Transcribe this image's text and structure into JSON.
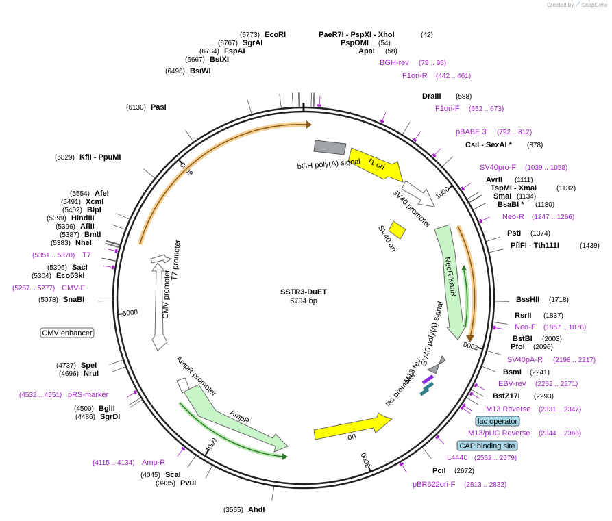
{
  "map": {
    "name": "SSTR3-DuET",
    "length_label": "6794 bp",
    "length_bp": 6794
  },
  "credit": {
    "text": "Created by",
    "brand": "SnapGene"
  },
  "ticks": [
    {
      "pos": 1000,
      "label": "1000"
    },
    {
      "pos": 2000,
      "label": "2000"
    },
    {
      "pos": 3000,
      "label": "3000"
    },
    {
      "pos": 4000,
      "label": "4000"
    },
    {
      "pos": 5000,
      "label": "5000"
    },
    {
      "pos": 6000,
      "label": "6000"
    }
  ],
  "sites_left": [
    {
      "num": "(6773)",
      "name": "EcoRI",
      "pos": 6773
    },
    {
      "num": "(6767)",
      "name": "SgrAI",
      "pos": 6767
    },
    {
      "num": "(6734)",
      "name": "FspAI",
      "pos": 6734
    },
    {
      "num": "(6667)",
      "name": "BstXI",
      "pos": 6667
    },
    {
      "num": "(6496)",
      "name": "BsiWI",
      "pos": 6496
    },
    {
      "num": "(6130)",
      "name": "PasI",
      "pos": 6130
    },
    {
      "num": "(5829)",
      "name": "KflI  -  PpuMI",
      "pos": 5829
    },
    {
      "num": "(5554)",
      "name": "AfeI",
      "pos": 5554
    },
    {
      "num": "(5491)",
      "name": "XcmI",
      "pos": 5491
    },
    {
      "num": "(5402)",
      "name": "BlpI",
      "pos": 5402
    },
    {
      "num": "(5399)",
      "name": "HindIII",
      "pos": 5399
    },
    {
      "num": "(5396)",
      "name": "AflII",
      "pos": 5396
    },
    {
      "num": "(5387)",
      "name": "BmtI",
      "pos": 5387
    },
    {
      "num": "(5383)",
      "name": "NheI",
      "pos": 5383
    },
    {
      "num": "(5306)",
      "name": "SacI",
      "pos": 5306
    },
    {
      "num": "(5304)",
      "name": "Eco53kI",
      "pos": 5304
    },
    {
      "num": "(5078)",
      "name": "SnaBI",
      "pos": 5078
    },
    {
      "num": "(4737)",
      "name": "SpeI",
      "pos": 4737
    },
    {
      "num": "(4696)",
      "name": "NruI",
      "pos": 4696
    },
    {
      "num": "(4500)",
      "name": "BglII",
      "pos": 4500
    },
    {
      "num": "(4486)",
      "name": "SgrDI",
      "pos": 4486
    },
    {
      "num": "(4045)",
      "name": "ScaI",
      "pos": 4045
    },
    {
      "num": "(3935)",
      "name": "PvuI",
      "pos": 3935
    },
    {
      "num": "(3565)",
      "name": "AhdI",
      "pos": 3565
    }
  ],
  "sites_right": [
    {
      "name": "PaeR7I  -  PspXI  -  XhoI",
      "num": "(42)",
      "pos": 42
    },
    {
      "name": "PspOMI",
      "num": "(54)",
      "pos": 54
    },
    {
      "name": "ApaI",
      "num": "(58)",
      "pos": 58
    },
    {
      "name": "DraIII",
      "num": "(588)",
      "pos": 588
    },
    {
      "name": "CsiI  -  SexAI *",
      "num": "(878)",
      "pos": 878
    },
    {
      "name": "AvrII",
      "num": "(1111)",
      "pos": 1111
    },
    {
      "name": "TspMI  -  XmaI",
      "num": "(1132)",
      "pos": 1132
    },
    {
      "name": "SmaI",
      "num": "(1134)",
      "pos": 1134
    },
    {
      "name": "BsaBI *",
      "num": "(1180)",
      "pos": 1180
    },
    {
      "name": "PstI",
      "num": "(1374)",
      "pos": 1374
    },
    {
      "name": "PflFI  -  Tth111I",
      "num": "(1439)",
      "pos": 1439
    },
    {
      "name": "BssHII",
      "num": "(1718)",
      "pos": 1718
    },
    {
      "name": "RsrII",
      "num": "(1837)",
      "pos": 1837
    },
    {
      "name": "BstBI",
      "num": "(2003)",
      "pos": 2003
    },
    {
      "name": "PfoI",
      "num": "(2096)",
      "pos": 2096
    },
    {
      "name": "BsmI",
      "num": "(2241)",
      "pos": 2241
    },
    {
      "name": "BstZ17I",
      "num": "(2293)",
      "pos": 2293
    },
    {
      "name": "PciI",
      "num": "(2672)",
      "pos": 2672
    }
  ],
  "primers": [
    {
      "name": "BGH-rev",
      "range": "(79 .. 96)",
      "pos": 88
    },
    {
      "name": "F1ori-R",
      "range": "(442 .. 461)",
      "pos": 451
    },
    {
      "name": "F1ori-F",
      "range": "(652 .. 673)",
      "pos": 662
    },
    {
      "name": "pBABE 3'",
      "range": "(792 .. 812)",
      "pos": 802
    },
    {
      "name": "SV40pro-F",
      "range": "(1039 .. 1058)",
      "pos": 1048
    },
    {
      "name": "Neo-R",
      "range": "(1247 .. 1266)",
      "pos": 1256
    },
    {
      "name": "Neo-F",
      "range": "(1857 .. 1876)",
      "pos": 1866
    },
    {
      "name": "SV40pA-R",
      "range": "(2198 .. 2217)",
      "pos": 2207
    },
    {
      "name": "EBV-rev",
      "range": "(2252 .. 2271)",
      "pos": 2261
    },
    {
      "name": "M13 Reverse",
      "range": "(2331 .. 2347)",
      "pos": 2339
    },
    {
      "name": "M13/pUC Reverse",
      "range": "(2344 .. 2366)",
      "pos": 2355
    },
    {
      "name": "L4440",
      "range": "(2562 .. 2579)",
      "pos": 2570
    },
    {
      "name": "pBR322ori-F",
      "range": "(2813 .. 2832)",
      "pos": 2822
    },
    {
      "name": "Amp-R",
      "range": "(4115 .. 4134)",
      "pos": 4124
    },
    {
      "name": "pRS-marker",
      "range": "(4532 .. 4551)",
      "pos": 4541
    },
    {
      "name": "CMV-F",
      "range": "(5257 .. 5277)",
      "pos": 5267
    },
    {
      "name": "T7",
      "range": "(5351 .. 5370)",
      "pos": 5360
    }
  ],
  "boxed_labels": [
    {
      "text": "lac operator",
      "fill": "#a8d8e8"
    },
    {
      "text": "CAP binding site",
      "fill": "#a8d8e8"
    },
    {
      "text": "CMV enhancer",
      "fill": "#ffffff"
    }
  ],
  "features": [
    {
      "name": "bGH poly(A) signal",
      "color": "#a0a4a8"
    },
    {
      "name": "f1 ori",
      "color": "#ffff00"
    },
    {
      "name": "SV40 promoter",
      "color": "#ffffff"
    },
    {
      "name": "SV40 ori",
      "color": "#ffff00"
    },
    {
      "name": "NeoR/KanR",
      "color": "#c8f5c8"
    },
    {
      "name": "SV40 poly(A) signal",
      "color": "#a0a4a8"
    },
    {
      "name": "M13 rev",
      "color": "#8a2be2"
    },
    {
      "name": "lac promoter",
      "color": "#ffffff"
    },
    {
      "name": "ori",
      "color": "#ffff00"
    },
    {
      "name": "AmpR",
      "color": "#c8f5c8"
    },
    {
      "name": "AmpR promoter",
      "color": "#ffffff"
    },
    {
      "name": "CMV promoter",
      "color": "#ffffff"
    },
    {
      "name": "T7 promoter",
      "color": "#ffffff"
    }
  ],
  "colors": {
    "backbone": "#222222",
    "primer": "#a020c8",
    "orf_outline": "#e8a040",
    "orf_fill": "#f7c070",
    "green_orf": "#2e8b2e"
  }
}
